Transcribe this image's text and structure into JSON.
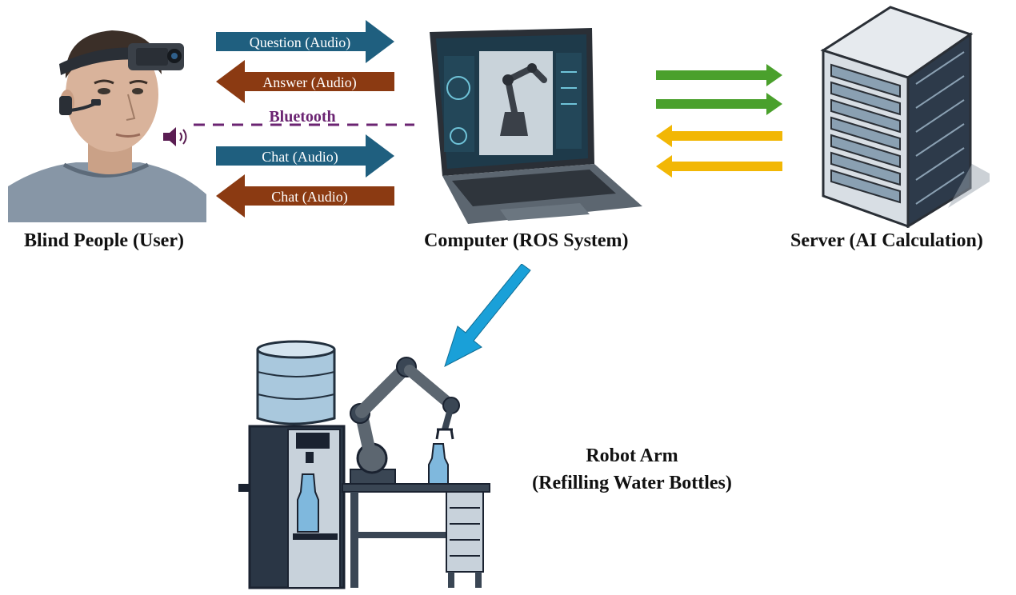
{
  "nodes": {
    "user": {
      "label": "Blind People (User)"
    },
    "computer": {
      "label": "Computer (ROS System)"
    },
    "server": {
      "label": "Server (AI Calculation)"
    },
    "robot": {
      "line1": "Robot Arm",
      "line2": "(Refilling Water Bottles)"
    }
  },
  "arrows": {
    "question": "Question (Audio)",
    "answer": "Answer (Audio)",
    "bluetooth": "Bluetooth",
    "chat_out": "Chat (Audio)",
    "chat_in": "Chat (Audio)"
  },
  "colors": {
    "blue_arrow": "#1f5f7f",
    "brown_arrow": "#8b3a12",
    "green_arrow": "#4aa02c",
    "yellow_arrow": "#f2b705",
    "cyan_arrow": "#1aa0d8",
    "bluetooth_line": "#6b2472"
  }
}
